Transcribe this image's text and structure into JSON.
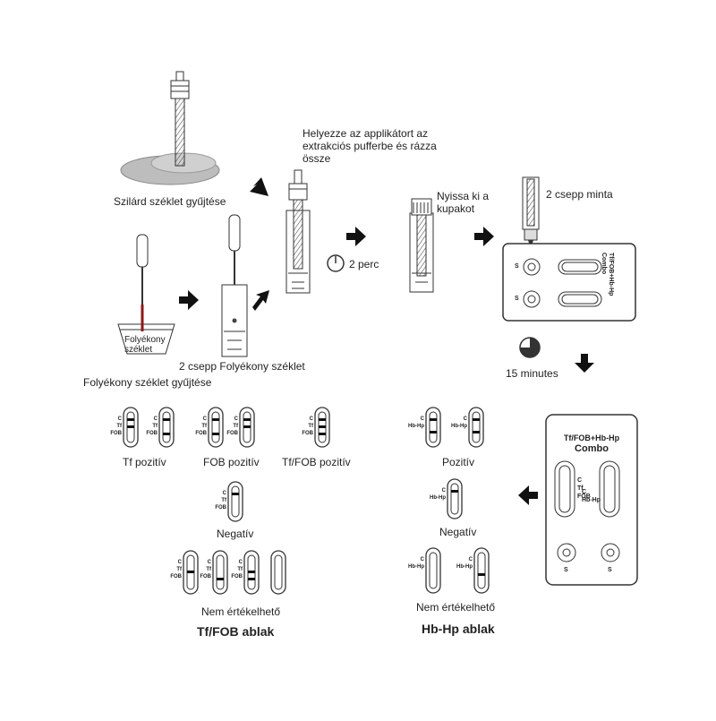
{
  "steps": {
    "solid_collect": "Szilárd széklet gyűjtése",
    "liquid_collect": "Folyékony széklet gyűjtése",
    "liquid_cup": "Folyékony széklet",
    "two_drop_liquid": "2 csepp Folyékony széklet",
    "insert_shake": "Helyezze az applikátort az extrakciós pufferbe és rázza össze",
    "wait": "2 perc",
    "open_cap": "Nyissa ki a kupakot",
    "two_drop_sample": "2 csepp minta",
    "wait2": "15 minutes"
  },
  "cassette_top": {
    "title_line1": "Tf/FOB+Hb-Hp",
    "title_line2": "Combo",
    "s1": "S",
    "s2": "S"
  },
  "cassette_big": {
    "title_line1": "Tf/FOB+Hb-Hp",
    "title_line2": "Combo",
    "left_labels": [
      "C",
      "Tf",
      "FOB"
    ],
    "right_labels": [
      "C",
      "Hb-Hp"
    ],
    "s_left": "S",
    "s_right": "S"
  },
  "tf_fob": {
    "line_labels": [
      "C",
      "Tf",
      "FOB"
    ],
    "tf_positive": "Tf pozitív",
    "fob_positive": "FOB pozitív",
    "tffob_positive": "Tf/FOB pozitív",
    "negative": "Negatív",
    "invalid": "Nem értékelhető",
    "title": "Tf/FOB ablak"
  },
  "hb_hp": {
    "line_labels": [
      "C",
      "Hb-Hp"
    ],
    "positive": "Pozitív",
    "negative": "Negatív",
    "invalid": "Nem értékelhető",
    "title": "Hb-Hp ablak"
  }
}
